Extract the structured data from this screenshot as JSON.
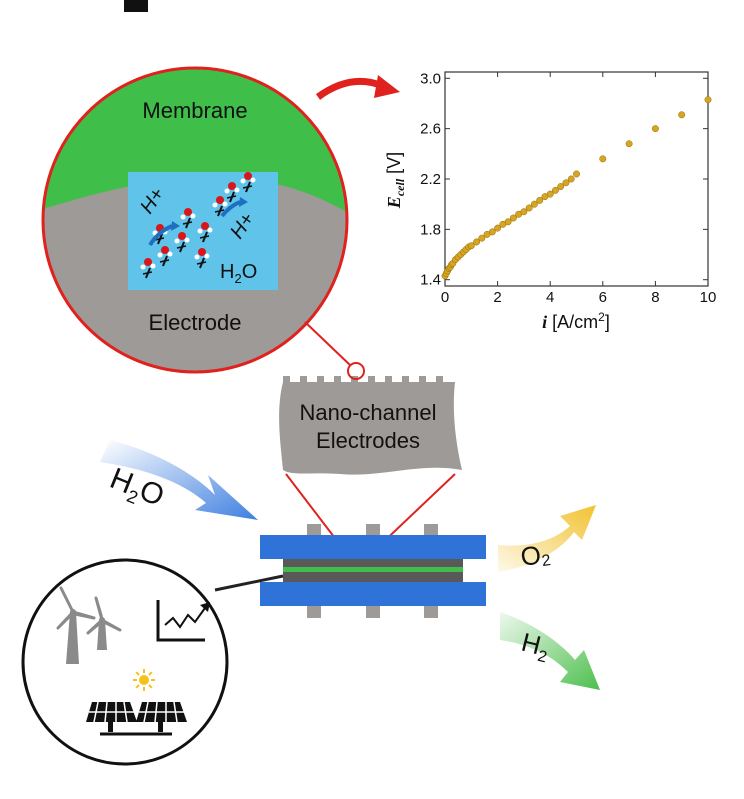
{
  "zoom_circle": {
    "membrane_label": "Membrane",
    "electrode_label": "Electrode",
    "water_label_main": "H",
    "water_label_sub": "2",
    "water_label_end": "O",
    "proton_label": "H+"
  },
  "electrode_callout": {
    "line1": "Nano-channel",
    "line2": "Electrodes"
  },
  "flows": {
    "input": {
      "main": "H",
      "sub": "2",
      "end": "O"
    },
    "oxygen": {
      "main": "O",
      "sub": "2"
    },
    "hydrogen": {
      "main": "H",
      "sub": "2"
    }
  },
  "sources": {
    "icons": [
      "wind-turbine-icon",
      "wind-turbine-icon",
      "price-chart-icon",
      "sun-icon",
      "solar-panel-icon",
      "solar-panel-icon"
    ]
  },
  "colors": {
    "membrane": "#3fbf4a",
    "electrode": "#9e9a97",
    "water": "#5fc3ea",
    "callout_red": "#e0221e",
    "plates_blue": "#2f72d8",
    "data_marker": "#d9a520",
    "oxygen_arrow": "#f2c230",
    "hydrogen_arrow": "#4dbf4d",
    "water_arrow": "#3e7fe0"
  },
  "chart_data": {
    "type": "scatter",
    "ylabel_main": "E",
    "ylabel_sub": "cell",
    "ylabel_unit": " [V]",
    "xlabel_main": "i",
    "xlabel_unit": " [A/cm",
    "xlabel_sup": "2",
    "xlabel_end": "]",
    "xlim": [
      0,
      10
    ],
    "ylim": [
      1.35,
      3.05
    ],
    "xticks": [
      0,
      2,
      4,
      6,
      8,
      10
    ],
    "yticks": [
      1.4,
      1.8,
      2.2,
      2.6,
      3.0
    ],
    "ytick_labels": [
      "1.4",
      "1.8",
      "2.2",
      "2.6",
      "3.0"
    ],
    "x": [
      0.0,
      0.05,
      0.1,
      0.15,
      0.2,
      0.25,
      0.3,
      0.4,
      0.5,
      0.6,
      0.7,
      0.8,
      0.9,
      1.0,
      1.2,
      1.4,
      1.6,
      1.8,
      2.0,
      2.2,
      2.4,
      2.6,
      2.8,
      3.0,
      3.2,
      3.4,
      3.6,
      3.8,
      4.0,
      4.2,
      4.4,
      4.6,
      4.8,
      5.0,
      6.0,
      7.0,
      8.0,
      9.0,
      10.0
    ],
    "y": [
      1.43,
      1.45,
      1.47,
      1.49,
      1.5,
      1.52,
      1.53,
      1.56,
      1.58,
      1.6,
      1.62,
      1.64,
      1.66,
      1.67,
      1.7,
      1.73,
      1.76,
      1.78,
      1.81,
      1.84,
      1.86,
      1.89,
      1.92,
      1.94,
      1.97,
      2.0,
      2.03,
      2.06,
      2.08,
      2.11,
      2.14,
      2.17,
      2.2,
      2.24,
      2.36,
      2.48,
      2.6,
      2.71,
      2.83
    ]
  }
}
